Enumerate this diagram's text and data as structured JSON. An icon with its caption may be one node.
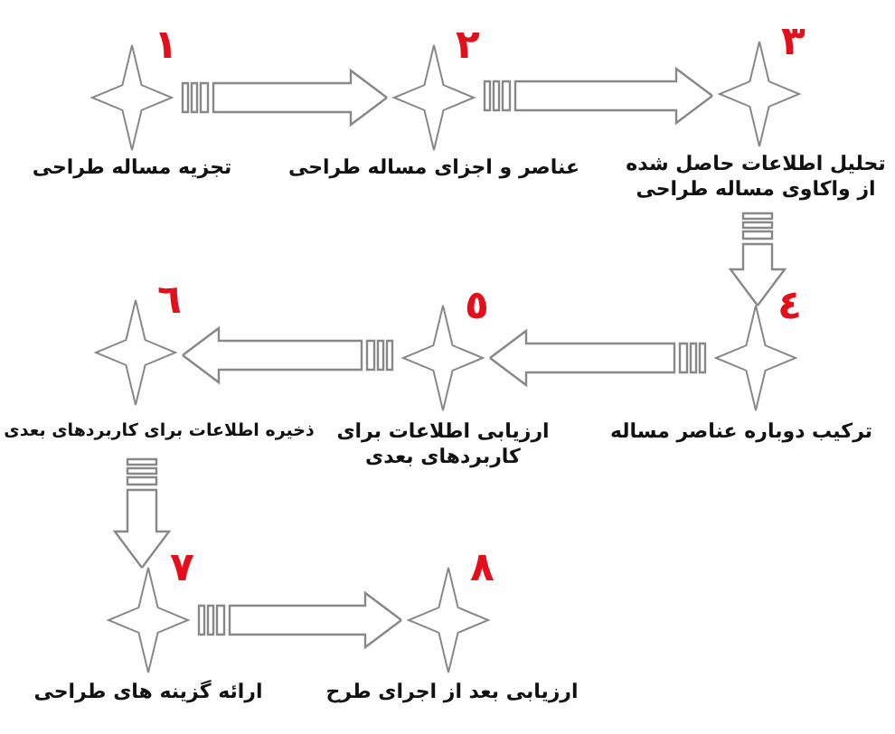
{
  "diagram": {
    "nodes": [
      {
        "text": [],
        "shape": "star",
        "beside": [
          "۱",
          "تجزیه مساله طراحی"
        ]
      },
      {
        "text": [],
        "shape": "star",
        "beside": [
          "۲",
          "عناصر و اجزای مساله طراحی"
        ]
      },
      {
        "text": [],
        "shape": "star",
        "beside": [
          "۳",
          "تحلیل اطلاعات حاصل شده از واکاوی مساله طراحی"
        ]
      },
      {
        "text": [],
        "shape": "star",
        "beside": [
          "٤",
          "ترکیب دوباره عناصر مساله"
        ]
      },
      {
        "text": [],
        "shape": "star",
        "beside": [
          "٥",
          "ارزیابی اطلاعات برای کاربردهای بعدی"
        ]
      },
      {
        "text": [],
        "shape": "star",
        "beside": [
          "٦",
          "ذخیره اطلاعات برای کاربردهای بعدی"
        ]
      },
      {
        "text": [],
        "shape": "star",
        "beside": [
          "۷",
          "ارائه گزینه های طراحی"
        ]
      },
      {
        "text": [],
        "shape": "star",
        "beside": [
          "۸",
          "ارزیابی بعد از اجرای طرح"
        ]
      }
    ],
    "edges": [
      {
        "from": 0,
        "to": 1,
        "arrow": "to"
      },
      {
        "from": 1,
        "to": 2,
        "arrow": "to"
      },
      {
        "from": 2,
        "to": 3,
        "arrow": "to"
      },
      {
        "from": 3,
        "to": 4,
        "arrow": "to"
      },
      {
        "from": 4,
        "to": 5,
        "arrow": "to"
      },
      {
        "from": 5,
        "to": 6,
        "arrow": "to"
      },
      {
        "from": 6,
        "to": 7,
        "arrow": "to"
      }
    ]
  }
}
